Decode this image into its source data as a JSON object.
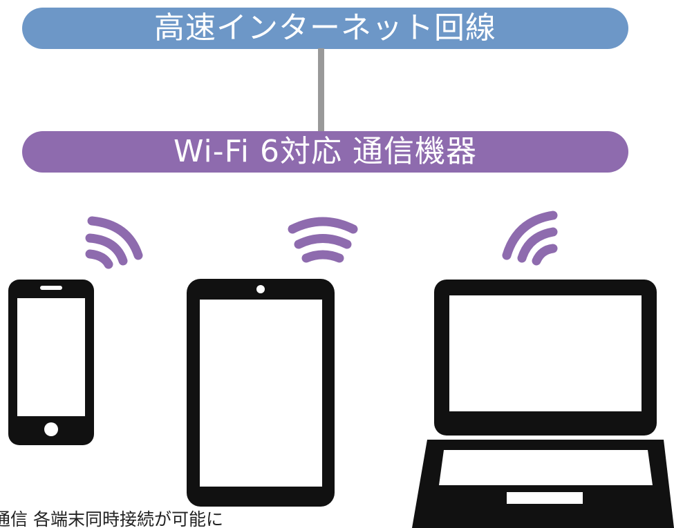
{
  "colors": {
    "internet": "#6d97c7",
    "wifi_device": "#8e6bae",
    "connector": "#999999",
    "devices": "#111111"
  },
  "internet_label": "高速インターネット回線",
  "router_label": "Wi-Fi 6対応 通信機器",
  "caption": "通信 各端末同時接続が可能に",
  "devices": [
    {
      "name": "smartphone",
      "icon": "smartphone-icon"
    },
    {
      "name": "tablet",
      "icon": "tablet-icon"
    },
    {
      "name": "laptop",
      "icon": "laptop-icon"
    }
  ]
}
